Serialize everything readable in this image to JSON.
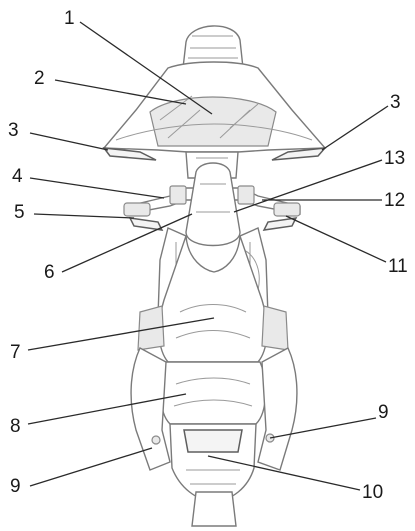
{
  "figure": {
    "subject": "motorcycle top view parts diagram",
    "callouts": [
      {
        "key": "c1",
        "label": "1"
      },
      {
        "key": "c2",
        "label": "2"
      },
      {
        "key": "c3a",
        "label": "3"
      },
      {
        "key": "c3b",
        "label": "3"
      },
      {
        "key": "c4",
        "label": "4"
      },
      {
        "key": "c5",
        "label": "5"
      },
      {
        "key": "c6",
        "label": "6"
      },
      {
        "key": "c7",
        "label": "7"
      },
      {
        "key": "c8",
        "label": "8"
      },
      {
        "key": "c9a",
        "label": "9"
      },
      {
        "key": "c9b",
        "label": "9"
      },
      {
        "key": "c10",
        "label": "10"
      },
      {
        "key": "c11",
        "label": "11"
      },
      {
        "key": "c12",
        "label": "12"
      },
      {
        "key": "c13",
        "label": "13"
      }
    ]
  },
  "colors": {
    "line": "#2a2a2a",
    "outline": "#7a7a7a",
    "background": "#ffffff"
  }
}
